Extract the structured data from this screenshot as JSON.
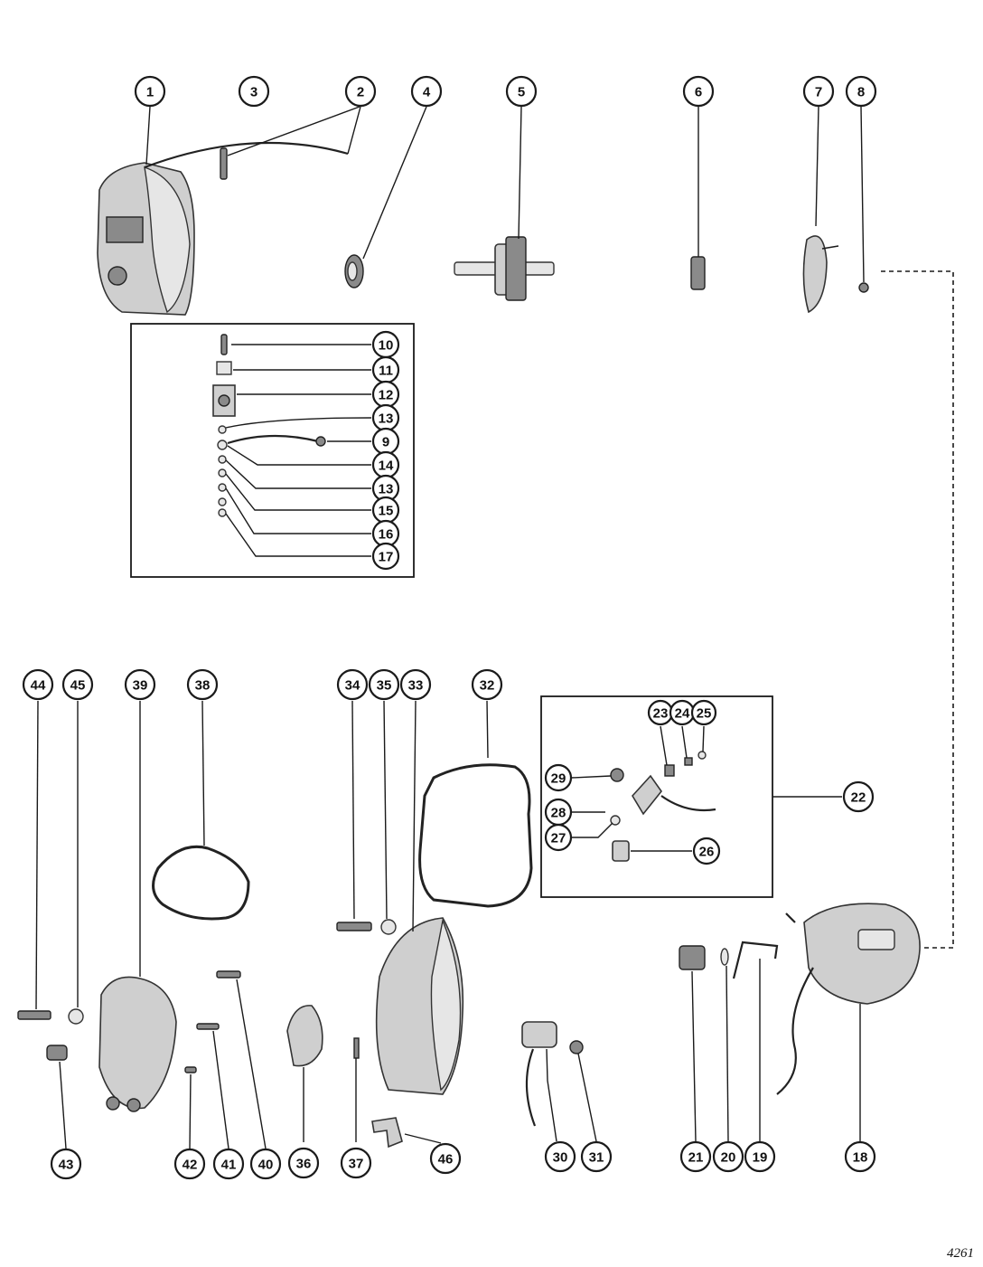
{
  "figure_number": "4261",
  "callouts": [
    "1",
    "2",
    "3",
    "4",
    "5",
    "6",
    "7",
    "8",
    "9",
    "10",
    "11",
    "12",
    "13",
    "14",
    "15",
    "16",
    "17",
    "18",
    "19",
    "20",
    "21",
    "22",
    "23",
    "24",
    "25",
    "26",
    "27",
    "28",
    "29",
    "30",
    "31",
    "32",
    "33",
    "34",
    "35",
    "36",
    "37",
    "38",
    "39",
    "40",
    "41",
    "42",
    "43",
    "44",
    "45",
    "46"
  ]
}
